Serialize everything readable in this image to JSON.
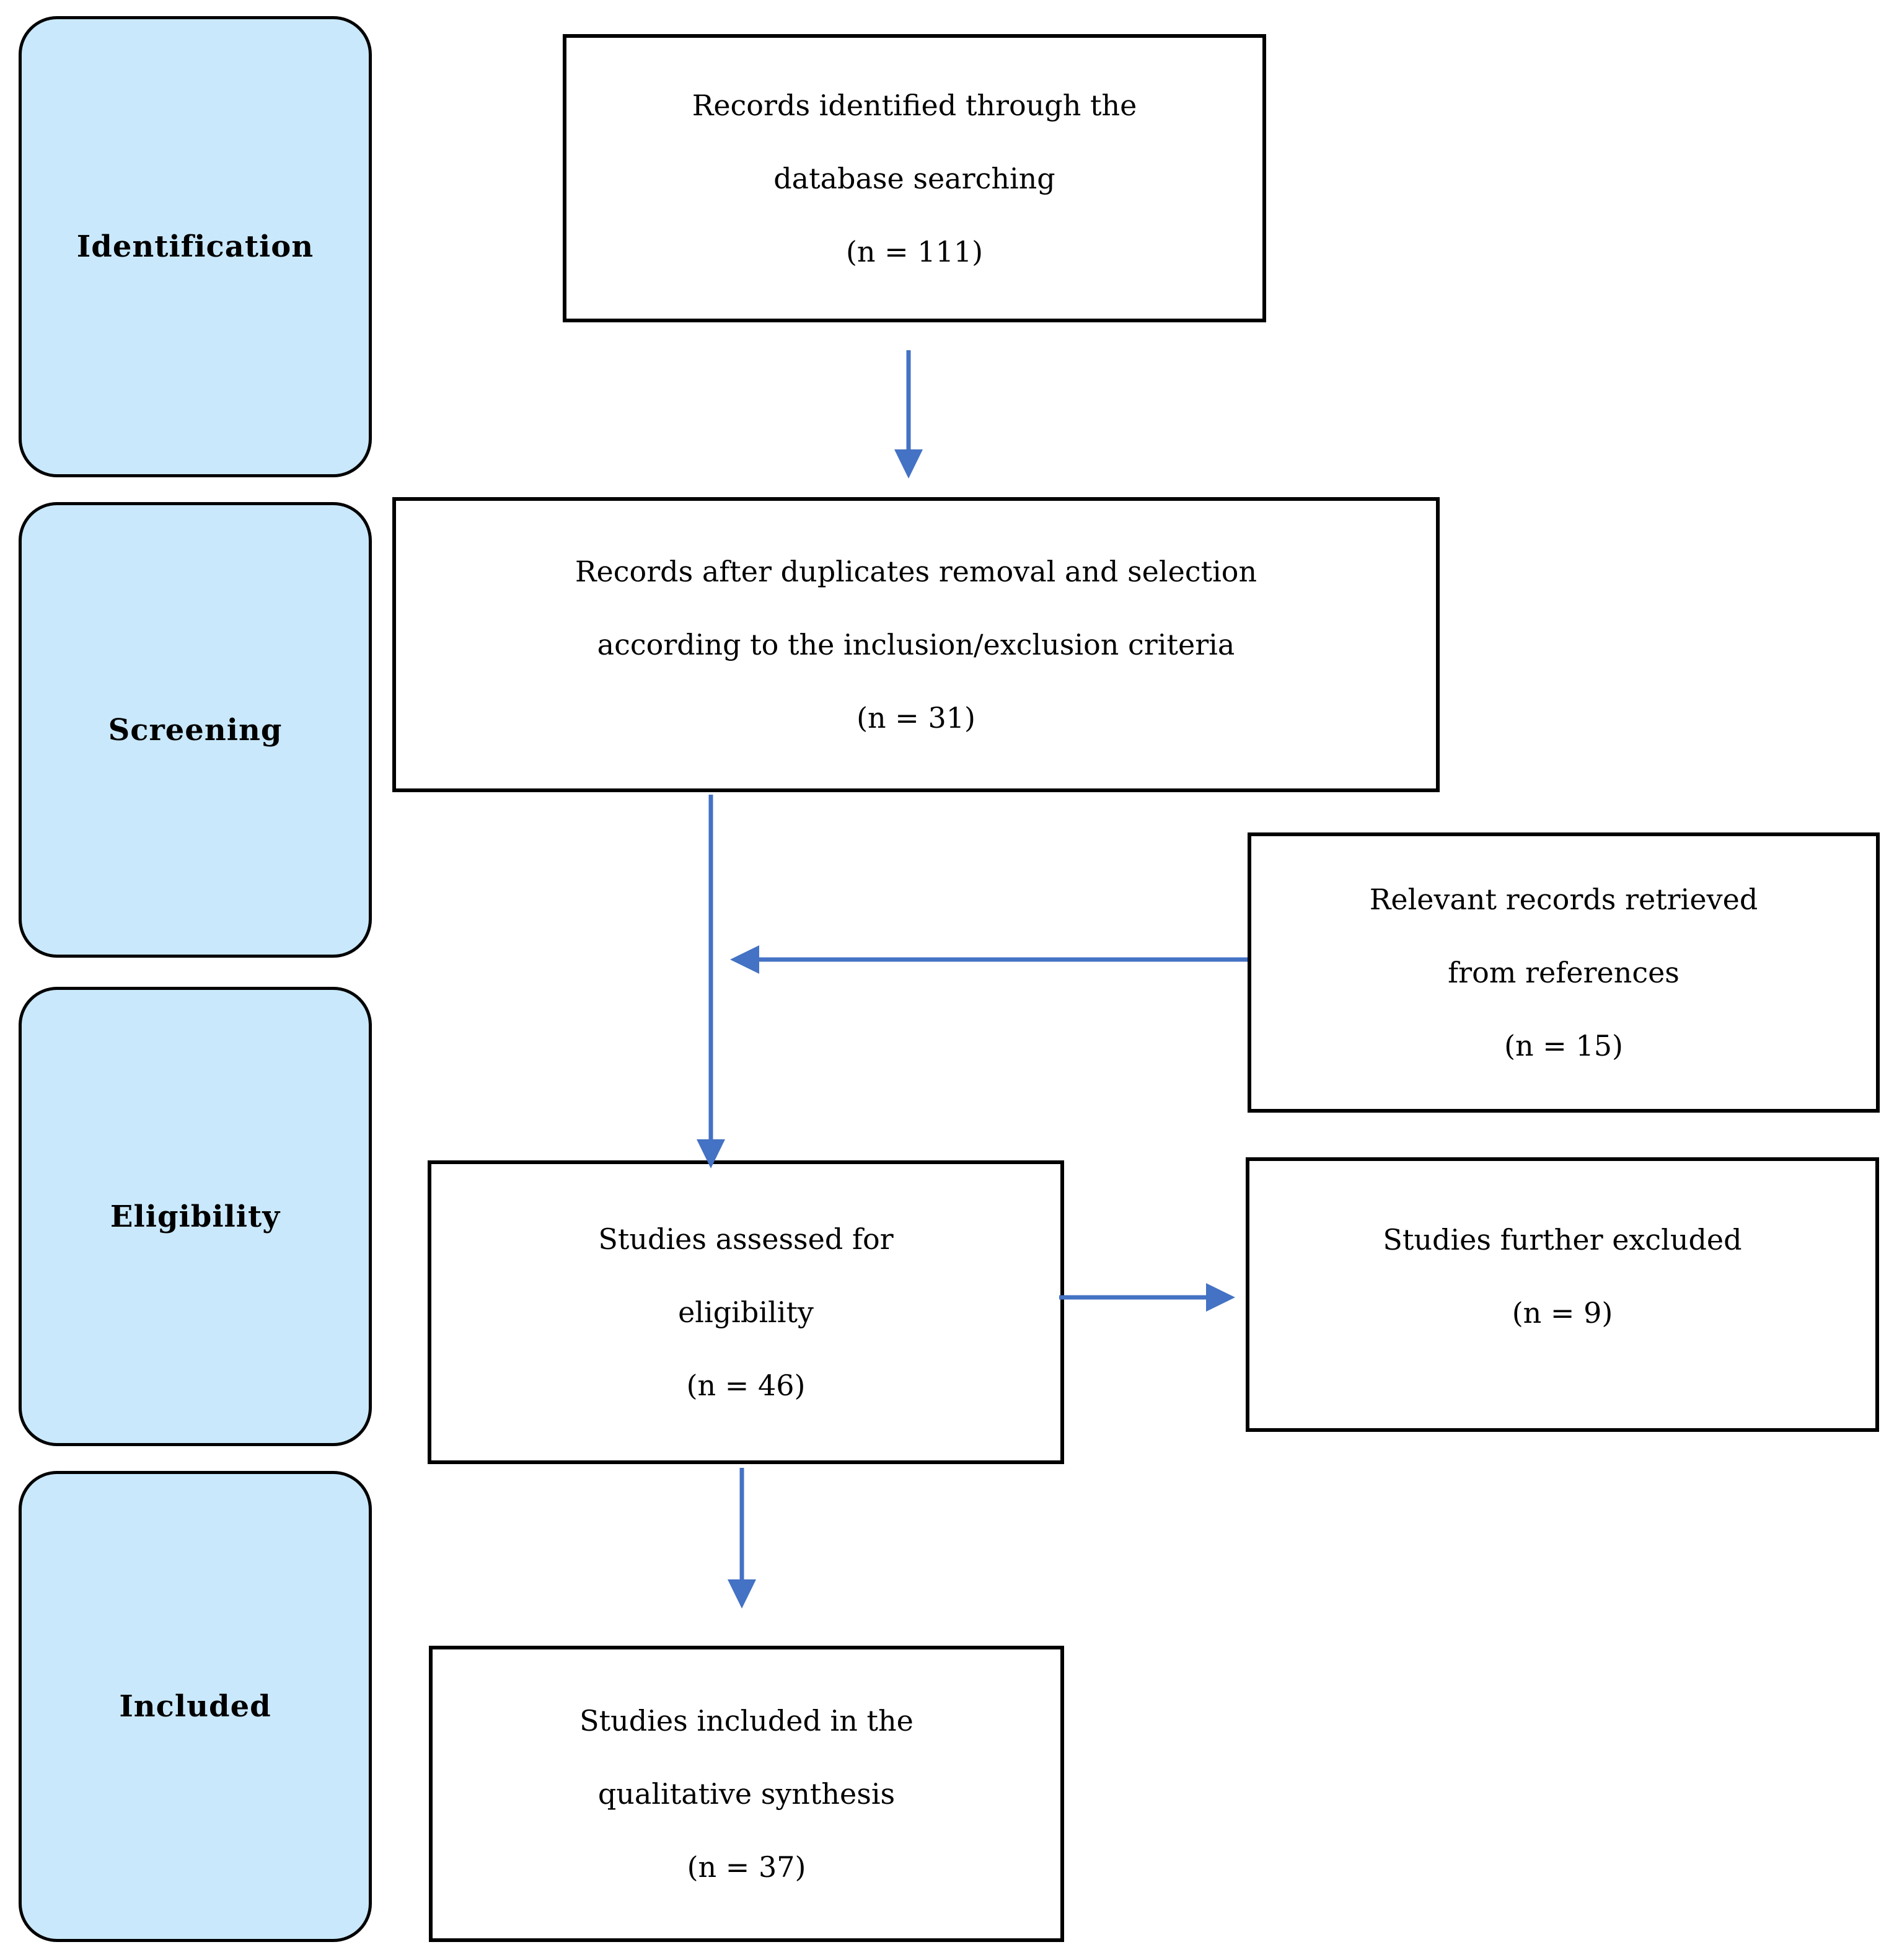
{
  "stages": [
    {
      "label": "Identification"
    },
    {
      "label": "Screening"
    },
    {
      "label": "Eligibility"
    },
    {
      "label": "Included"
    }
  ],
  "flow_boxes": {
    "identified": {
      "lines": [
        "Records identified through the",
        "database searching",
        "(n = 111)"
      ]
    },
    "after_duplicates": {
      "lines": [
        "Records after duplicates removal and selection",
        "according to the inclusion/exclusion criteria",
        "(n = 31)"
      ]
    },
    "references": {
      "lines": [
        "Relevant records retrieved",
        "from references",
        "(n = 15)"
      ]
    },
    "assessed": {
      "lines": [
        "Studies assessed for",
        "eligibility",
        "(n = 46)"
      ]
    },
    "excluded": {
      "lines": [
        "Studies further excluded",
        "(n = 9)"
      ]
    },
    "included_synthesis": {
      "lines": [
        "Studies included in the",
        "qualitative synthesis",
        "(n = 37)"
      ]
    }
  },
  "colors": {
    "stage_fill": "#C9E8FB",
    "arrow": "#4472C4",
    "border": "#000000",
    "box_bg": "#FFFFFF",
    "text": "#000000"
  }
}
